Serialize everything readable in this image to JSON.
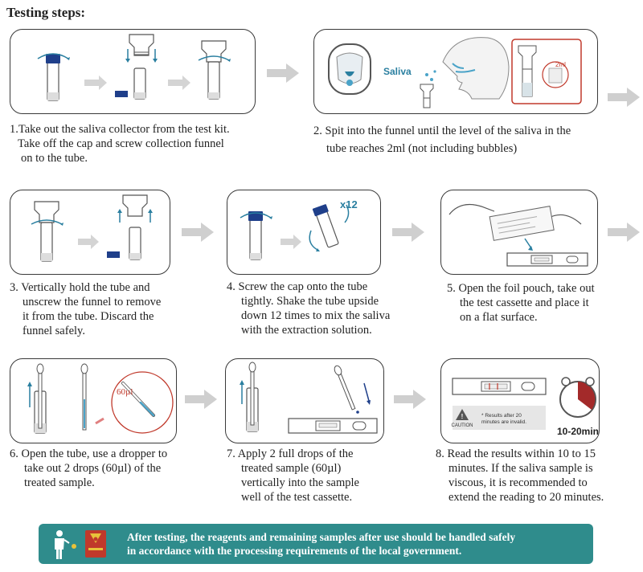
{
  "title": "Testing steps:",
  "steps": [
    {
      "number": "1.",
      "lines": [
        "Take out the saliva collector from the test kit.",
        "Take off the cap and screw collection funnel",
        "on to the tube."
      ]
    },
    {
      "number": "2.",
      "lines": [
        "Spit into the funnel until the level of the saliva in the",
        "tube reaches 2ml (not including bubbles)"
      ]
    },
    {
      "number": "3.",
      "lines": [
        "Vertically hold the tube and",
        "unscrew the funnel to remove",
        "it from the tube. Discard the",
        "funnel safely."
      ]
    },
    {
      "number": "4.",
      "lines": [
        "Screw the cap onto the tube",
        "tightly. Shake the tube upside",
        "down 12 times to mix the saliva",
        "with the extraction solution."
      ]
    },
    {
      "number": "5.",
      "lines": [
        "Open the foil pouch, take out",
        "the test cassette and place it",
        "on a flat surface."
      ]
    },
    {
      "number": "6.",
      "lines": [
        "Open the tube, use a dropper to",
        "take out 2 drops (60µl) of  the",
        "treated sample."
      ]
    },
    {
      "number": "7.",
      "lines": [
        "Apply 2 full drops of the",
        "treated sample (60µl)",
        "vertically into the sample",
        "well of the test cassette."
      ]
    },
    {
      "number": "8.",
      "lines": [
        "Read the results within 10 to 15",
        "minutes. If the saliva sample is",
        "viscous, it is recommended to",
        "extend the reading to 20 minutes."
      ]
    }
  ],
  "illustration_labels": {
    "saliva": "Saliva",
    "volume": "2ml",
    "shake_count": "x12",
    "dropper_volume": "60µl",
    "caution": "CAUTION",
    "result_note_line1": "* Results after 20",
    "result_note_line2": "minutes are invalid.",
    "timer": "10-20min"
  },
  "banner": {
    "line1": "After testing, the reagents and remaining samples after use should be handled safely",
    "line2": "in accordance with the processing requirements of the local government."
  },
  "colors": {
    "accent_blue": "#2a7fa0",
    "cap_navy": "#1f3f8a",
    "banner_teal": "#2f8c8c",
    "arrow_grey": "#cfcfcf",
    "alert_red": "#c0392b"
  }
}
